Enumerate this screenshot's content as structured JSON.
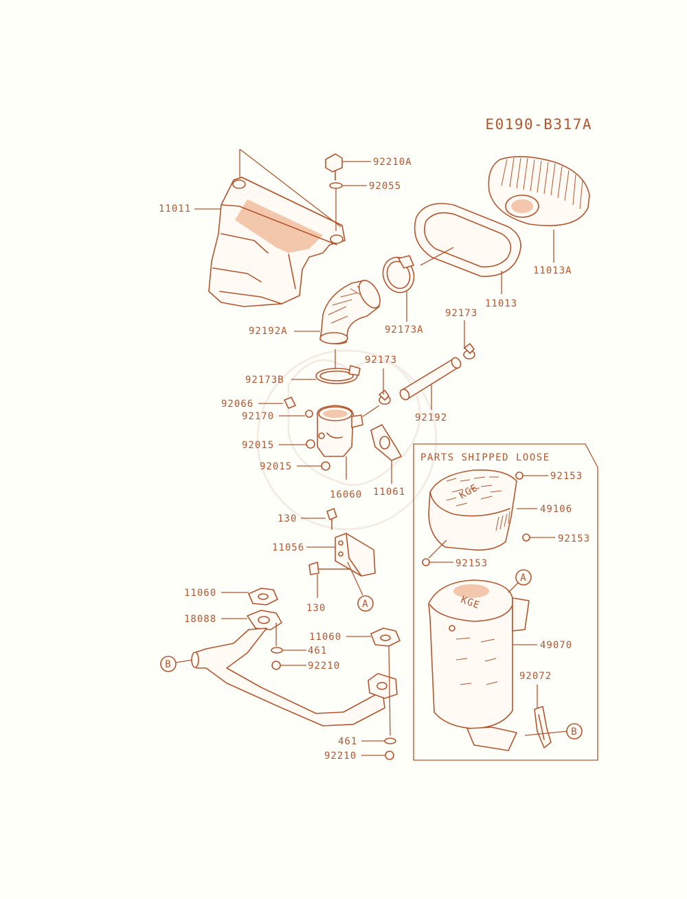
{
  "diagram_code": "E0190-B317A",
  "box_title": "PARTS SHIPPED LOOSE",
  "callout_a": "A",
  "callout_b": "B",
  "colors": {
    "ink": "#b2552f",
    "shade": "#f3c7ac",
    "background": "#fffffa"
  },
  "labels": {
    "p92210A": "92210A",
    "p92055": "92055",
    "p11011": "11011",
    "p11013A": "11013A",
    "p11013": "11013",
    "p92173": "92173",
    "p92192A": "92192A",
    "p92173A": "92173A",
    "p92173_2": "92173",
    "p92173B": "92173B",
    "p92066": "92066",
    "p92170": "92170",
    "p92192": "92192",
    "p92015_1": "92015",
    "p92015_2": "92015",
    "p16060": "16060",
    "p11061": "11061",
    "p130_1": "130",
    "p11056": "11056",
    "p130_2": "130",
    "p11060_1": "11060",
    "p18088": "18088",
    "p11060_2": "11060",
    "p461_1": "461",
    "p92210_1": "92210",
    "p461_2": "461",
    "p92210_2": "92210",
    "p92153_1": "92153",
    "p49106": "49106",
    "p92153_2": "92153",
    "p92153_3": "92153",
    "p49070": "49070",
    "p92072": "92072"
  }
}
